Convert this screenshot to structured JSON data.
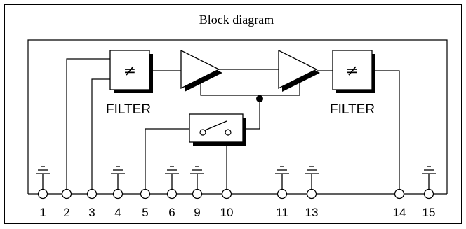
{
  "title": "Block diagram",
  "filters": [
    {
      "label": "FILTER",
      "symbol": "≠"
    },
    {
      "label": "FILTER",
      "symbol": "≠"
    }
  ],
  "pins": [
    "1",
    "2",
    "3",
    "4",
    "5",
    "6",
    "9",
    "10",
    "11",
    "13",
    "14",
    "15"
  ],
  "colors": {
    "line": "#000000",
    "shadow": "#000000",
    "background": "#ffffff"
  }
}
